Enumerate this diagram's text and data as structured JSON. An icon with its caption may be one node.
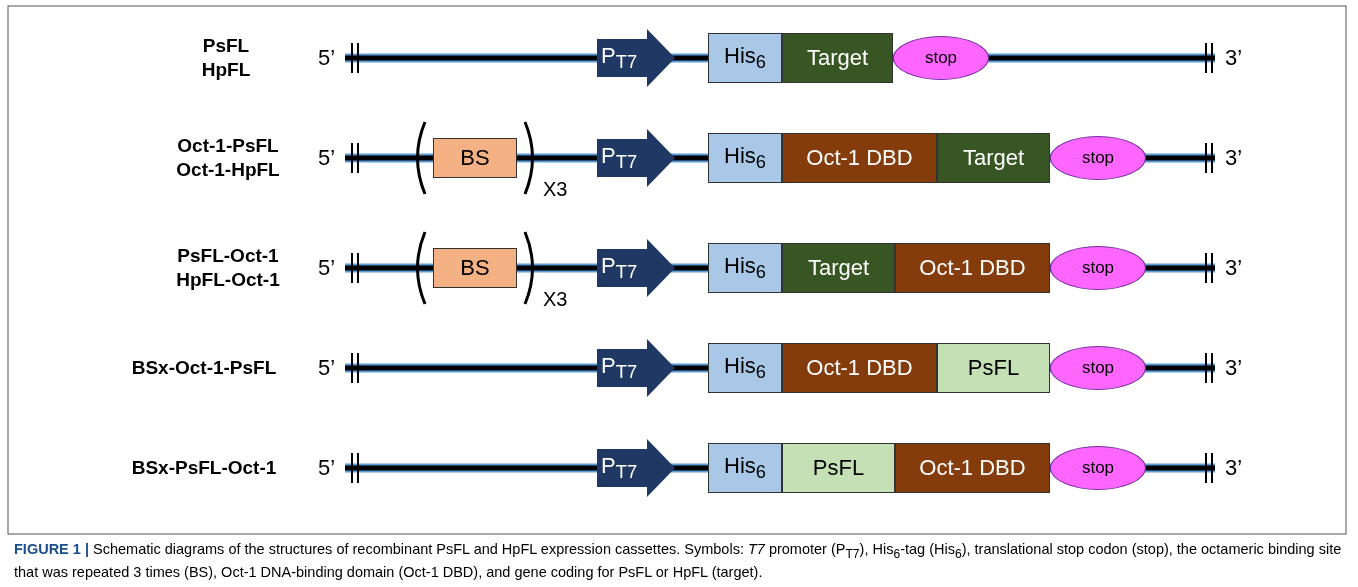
{
  "diagram": {
    "caption": "**FIGURE 1 |** Schematic diagrams of the structures of recombinant PsFL and HpFL expression cassettes. Symbols: *T7* promoter (P$_{T7}$), His$_{6}$-tag (His$_{6}$), translational stop codon (stop), the octameric binding site that was repeated 3 times (BS), Oct-1 DNA-binding domain (Oct-1 DBD), and gene coding for PsFL or HpFL (target).",
    "nodes": [
      {
        "text": [
          "P$_{T7}$"
        ]
      },
      {
        "text": [
          "His$_{6}$"
        ]
      },
      {
        "text": [
          "Target"
        ]
      },
      {
        "text": [
          "stop"
        ]
      },
      {
        "text": [
          "BS"
        ]
      },
      {
        "text": [
          "P$_{T7}$"
        ]
      },
      {
        "text": [
          "His$_{6}$"
        ]
      },
      {
        "text": [
          "Oct-1 DBD"
        ]
      },
      {
        "text": [
          "Target"
        ]
      },
      {
        "text": [
          "stop"
        ]
      },
      {
        "text": [
          "BS"
        ]
      },
      {
        "text": [
          "P$_{T7}$"
        ]
      },
      {
        "text": [
          "His$_{6}$"
        ]
      },
      {
        "text": [
          "Target"
        ]
      },
      {
        "text": [
          "Oct-1 DBD"
        ]
      },
      {
        "text": [
          "stop"
        ]
      },
      {
        "text": [
          "P$_{T7}$"
        ]
      },
      {
        "text": [
          "His$_{6}$"
        ]
      },
      {
        "text": [
          "Oct-1 DBD"
        ]
      },
      {
        "text": [
          "PsFL"
        ]
      },
      {
        "text": [
          "stop"
        ]
      },
      {
        "text": [
          "P$_{T7}$"
        ]
      },
      {
        "text": [
          "His$_{6}$"
        ]
      },
      {
        "text": [
          "PsFL"
        ]
      },
      {
        "text": [
          "Oct-1 DBD"
        ]
      },
      {
        "text": [
          "stop"
        ]
      }
    ],
    "labels": [
      "PsFL",
      "HpFL",
      "5’",
      "3’",
      "Oct-1-PsFL",
      "Oct-1-HpFL",
      "5’",
      "X3",
      "3’",
      "PsFL-Oct-1",
      "HpFL-Oct-1",
      "5’",
      "X3",
      "3’",
      "BSx-Oct-1-PsFL",
      "5’",
      "3’",
      "BSx-PsFL-Oct-1",
      "5’",
      "3’"
    ]
  }
}
